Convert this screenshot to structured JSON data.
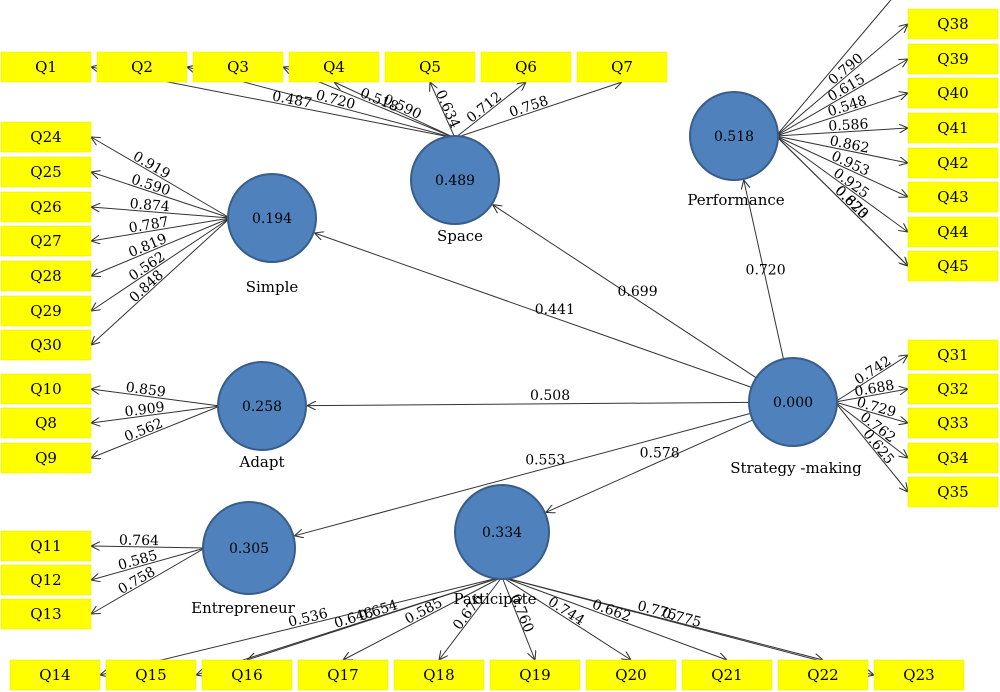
{
  "indicators": [
    {
      "id": "Q1",
      "label": "Q1"
    },
    {
      "id": "Q2",
      "label": "Q2"
    },
    {
      "id": "Q3",
      "label": "Q3"
    },
    {
      "id": "Q4",
      "label": "Q4"
    },
    {
      "id": "Q5",
      "label": "Q5"
    },
    {
      "id": "Q6",
      "label": "Q6"
    },
    {
      "id": "Q7",
      "label": "Q7"
    },
    {
      "id": "Q24",
      "label": "Q24"
    },
    {
      "id": "Q25",
      "label": "Q25"
    },
    {
      "id": "Q26",
      "label": "Q26"
    },
    {
      "id": "Q27",
      "label": "Q27"
    },
    {
      "id": "Q28",
      "label": "Q28"
    },
    {
      "id": "Q29",
      "label": "Q29"
    },
    {
      "id": "Q30",
      "label": "Q30"
    },
    {
      "id": "Q10",
      "label": "Q10"
    },
    {
      "id": "Q8",
      "label": "Q8"
    },
    {
      "id": "Q9",
      "label": "Q9"
    },
    {
      "id": "Q11",
      "label": "Q11"
    },
    {
      "id": "Q12",
      "label": "Q12"
    },
    {
      "id": "Q13",
      "label": "Q13"
    },
    {
      "id": "Q14",
      "label": "Q14"
    },
    {
      "id": "Q15",
      "label": "Q15"
    },
    {
      "id": "Q16",
      "label": "Q16"
    },
    {
      "id": "Q17",
      "label": "Q17"
    },
    {
      "id": "Q18",
      "label": "Q18"
    },
    {
      "id": "Q19",
      "label": "Q19"
    },
    {
      "id": "Q20",
      "label": "Q20"
    },
    {
      "id": "Q21",
      "label": "Q21"
    },
    {
      "id": "Q22",
      "label": "Q22"
    },
    {
      "id": "Q23",
      "label": "Q23"
    },
    {
      "id": "Q38",
      "label": "Q38"
    },
    {
      "id": "Q39",
      "label": "Q39"
    },
    {
      "id": "Q40",
      "label": "Q40"
    },
    {
      "id": "Q41",
      "label": "Q41"
    },
    {
      "id": "Q42",
      "label": "Q42"
    },
    {
      "id": "Q43",
      "label": "Q43"
    },
    {
      "id": "Q44",
      "label": "Q44"
    },
    {
      "id": "Q45",
      "label": "Q45"
    },
    {
      "id": "Q31",
      "label": "Q31"
    },
    {
      "id": "Q32",
      "label": "Q32"
    },
    {
      "id": "Q33",
      "label": "Q33"
    },
    {
      "id": "Q34",
      "label": "Q34"
    },
    {
      "id": "Q35",
      "label": "Q35"
    }
  ],
  "constructs": [
    {
      "id": "space",
      "name": "Space",
      "value": "0.489"
    },
    {
      "id": "simple",
      "name": "Simple",
      "value": "0.194"
    },
    {
      "id": "adapt",
      "name": "Adapt",
      "value": "0.258"
    },
    {
      "id": "entrepreneur",
      "name": "Entrepreneur",
      "value": "0.305"
    },
    {
      "id": "participate",
      "name": "Participate",
      "value": "0.334"
    },
    {
      "id": "performance",
      "name": "Performance",
      "value": "0.518"
    },
    {
      "id": "strategy",
      "name": "Strategy -making",
      "value": "0.000"
    }
  ],
  "loadings": [
    {
      "from": "space",
      "to": "Q1",
      "label": "0.487"
    },
    {
      "from": "space",
      "to": "Q2",
      "label": "0.720"
    },
    {
      "from": "space",
      "to": "Q3",
      "label": "0.518"
    },
    {
      "from": "space",
      "to": "Q4",
      "label": "0.590"
    },
    {
      "from": "space",
      "to": "Q5",
      "label": "0.634"
    },
    {
      "from": "space",
      "to": "Q6",
      "label": "0.712"
    },
    {
      "from": "space",
      "to": "Q7",
      "label": "0.758"
    },
    {
      "from": "simple",
      "to": "Q24",
      "label": "0.919"
    },
    {
      "from": "simple",
      "to": "Q25",
      "label": "0.590"
    },
    {
      "from": "simple",
      "to": "Q26",
      "label": "0.874"
    },
    {
      "from": "simple",
      "to": "Q27",
      "label": "0.787"
    },
    {
      "from": "simple",
      "to": "Q28",
      "label": "0.819"
    },
    {
      "from": "simple",
      "to": "Q29",
      "label": "0.562"
    },
    {
      "from": "simple",
      "to": "Q30",
      "label": "0.848"
    },
    {
      "from": "adapt",
      "to": "Q10",
      "label": "0.859"
    },
    {
      "from": "adapt",
      "to": "Q8",
      "label": "0.909"
    },
    {
      "from": "adapt",
      "to": "Q9",
      "label": "0.562"
    },
    {
      "from": "entrepreneur",
      "to": "Q11",
      "label": "0.764"
    },
    {
      "from": "entrepreneur",
      "to": "Q12",
      "label": "0.585"
    },
    {
      "from": "entrepreneur",
      "to": "Q13",
      "label": "0.758"
    },
    {
      "from": "participate",
      "to": "Q14",
      "label": "0.536"
    },
    {
      "from": "participate",
      "to": "Q15",
      "label": "0.648"
    },
    {
      "from": "participate",
      "to": "Q16",
      "label": "0.654"
    },
    {
      "from": "participate",
      "to": "Q17",
      "label": "0.585"
    },
    {
      "from": "participate",
      "to": "Q18",
      "label": "0.676"
    },
    {
      "from": "participate",
      "to": "Q19",
      "label": "0.760"
    },
    {
      "from": "participate",
      "to": "Q20",
      "label": "0.744"
    },
    {
      "from": "participate",
      "to": "Q21",
      "label": "0.662"
    },
    {
      "from": "participate",
      "to": "Q22",
      "label": "0.775"
    },
    {
      "from": "participate",
      "to": "Q23",
      "label": "0.775"
    },
    {
      "from": "performance",
      "to": "Q38",
      "label": "0.790"
    },
    {
      "from": "performance",
      "to": "Q39",
      "label": "0.615"
    },
    {
      "from": "performance",
      "to": "Q40",
      "label": "0.548"
    },
    {
      "from": "performance",
      "to": "Q41",
      "label": "0.586"
    },
    {
      "from": "performance",
      "to": "Q42",
      "label": "0.862"
    },
    {
      "from": "performance",
      "to": "Q43",
      "label": "0.953"
    },
    {
      "from": "performance",
      "to": "Q44",
      "label": "0.925"
    },
    {
      "from": "performance",
      "to": "Q45",
      "label": "0.870"
    },
    {
      "from": "performance",
      "to": "Q45",
      "label": "0.623"
    },
    {
      "from": "strategy",
      "to": "Q31",
      "label": "0.742"
    },
    {
      "from": "strategy",
      "to": "Q32",
      "label": "0.688"
    },
    {
      "from": "strategy",
      "to": "Q33",
      "label": "0.729"
    },
    {
      "from": "strategy",
      "to": "Q34",
      "label": "0.762"
    },
    {
      "from": "strategy",
      "to": "Q35",
      "label": "0.625"
    }
  ],
  "paths": [
    {
      "from": "strategy",
      "to": "space",
      "label": "0.699"
    },
    {
      "from": "strategy",
      "to": "simple",
      "label": "0.441"
    },
    {
      "from": "strategy",
      "to": "adapt",
      "label": "0.508"
    },
    {
      "from": "strategy",
      "to": "entrepreneur",
      "label": "0.553"
    },
    {
      "from": "strategy",
      "to": "participate",
      "label": "0.578"
    },
    {
      "from": "strategy",
      "to": "performance",
      "label": "0.720"
    }
  ]
}
